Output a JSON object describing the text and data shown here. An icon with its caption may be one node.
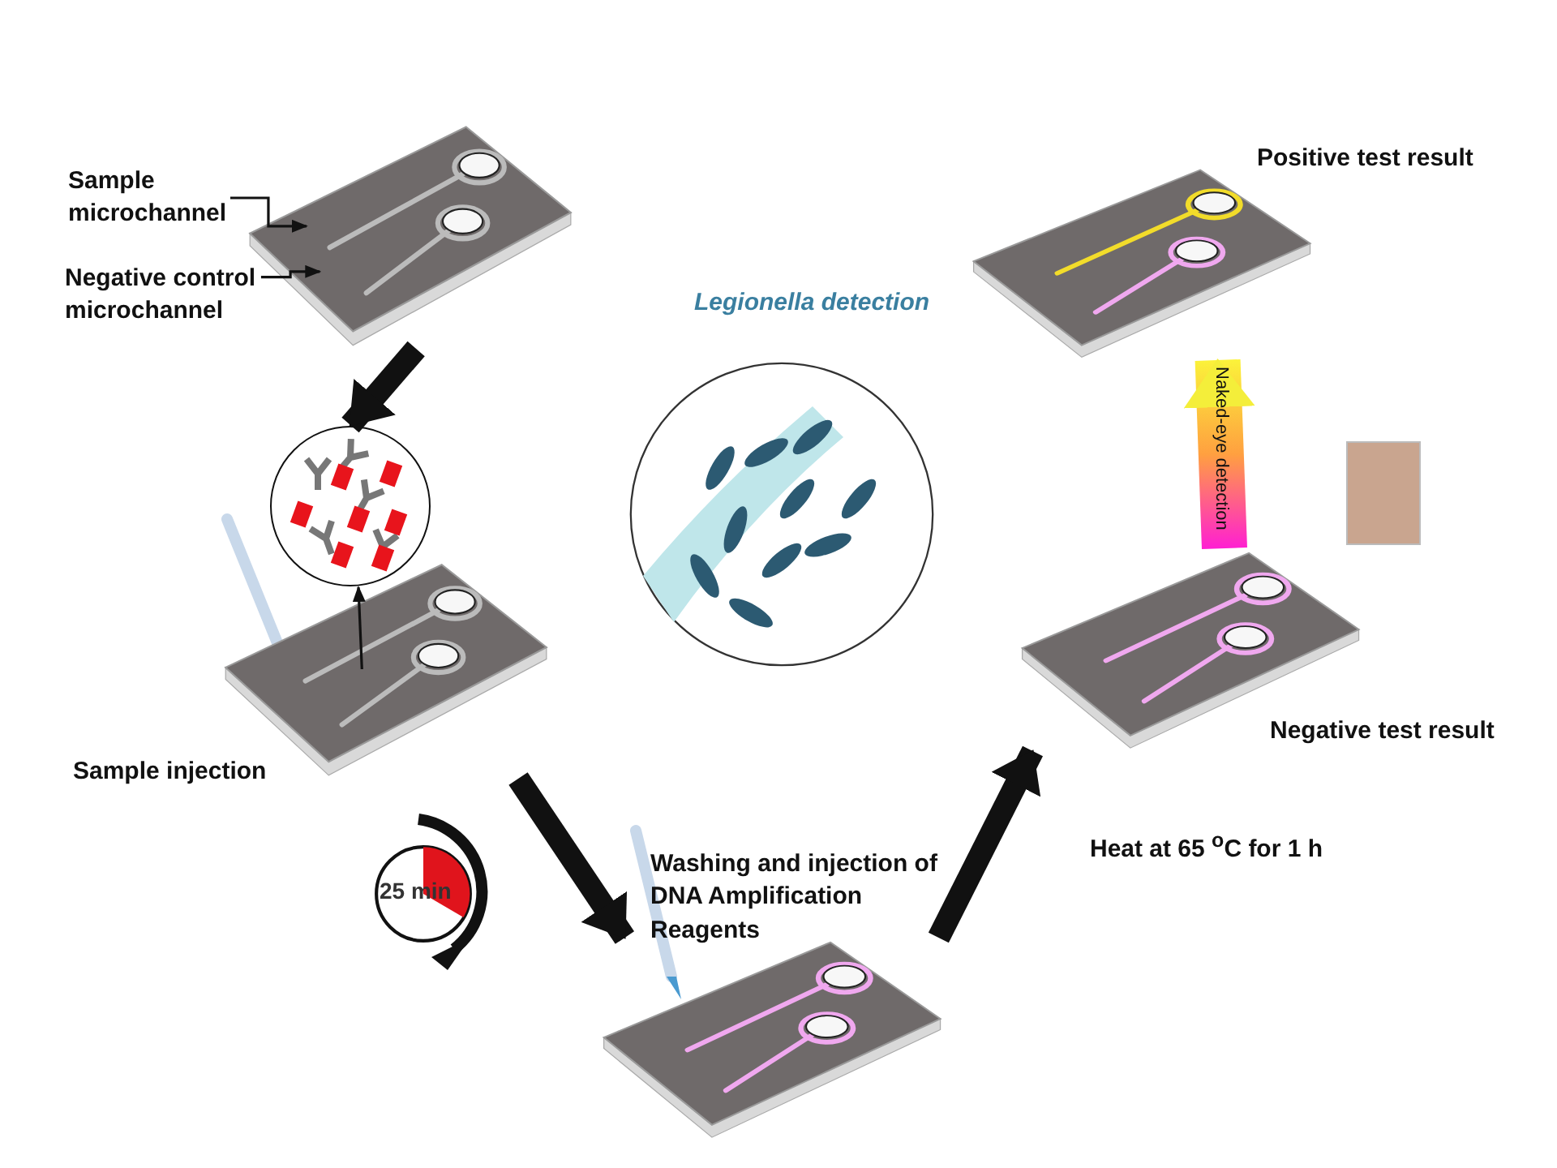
{
  "diagram": {
    "nodes": [
      {
        "text": [
          "Sample microchannel"
        ]
      },
      {
        "text": [
          "Negative control microchannel"
        ]
      },
      {
        "text": [],
        "shape": "picture"
      },
      {
        "text": [],
        "shape": "circle"
      },
      {
        "text": [],
        "shape": "picture",
        "beside": [
          "Sample injection"
        ]
      },
      {
        "text": [
          "25 min"
        ]
      },
      {
        "text": [],
        "shape": "picture",
        "beside": [
          "Washing and injection of DNA Amplification Reagents"
        ]
      },
      {
        "text": [],
        "shape": "circle",
        "beside": [
          "Legionella detection"
        ]
      },
      {
        "text": [],
        "shape": "picture",
        "beside": [
          "Negative test result"
        ]
      },
      {
        "text": [],
        "shape": "picture",
        "beside": [
          "Positive test result"
        ]
      },
      {
        "text": [],
        "shape": "box"
      }
    ],
    "edges": [
      {
        "from": 0,
        "to": 2,
        "arrow": "to"
      },
      {
        "from": 1,
        "to": 2,
        "arrow": "to"
      },
      {
        "from": 2,
        "to": 3,
        "arrow": "to",
        "style": "thick"
      },
      {
        "from": 4,
        "to": 3,
        "arrow": "to"
      },
      {
        "from": 4,
        "to": 6,
        "arrow": "to",
        "style": "thick"
      },
      {
        "from": 6,
        "to": 8,
        "arrow": "to",
        "style": "thick",
        "label": "Heat at 65 $^{o}$C for 1 h"
      },
      {
        "from": 8,
        "to": 9,
        "arrow": "to",
        "style": "thick",
        "label": "Naked-eye detection"
      }
    ]
  }
}
